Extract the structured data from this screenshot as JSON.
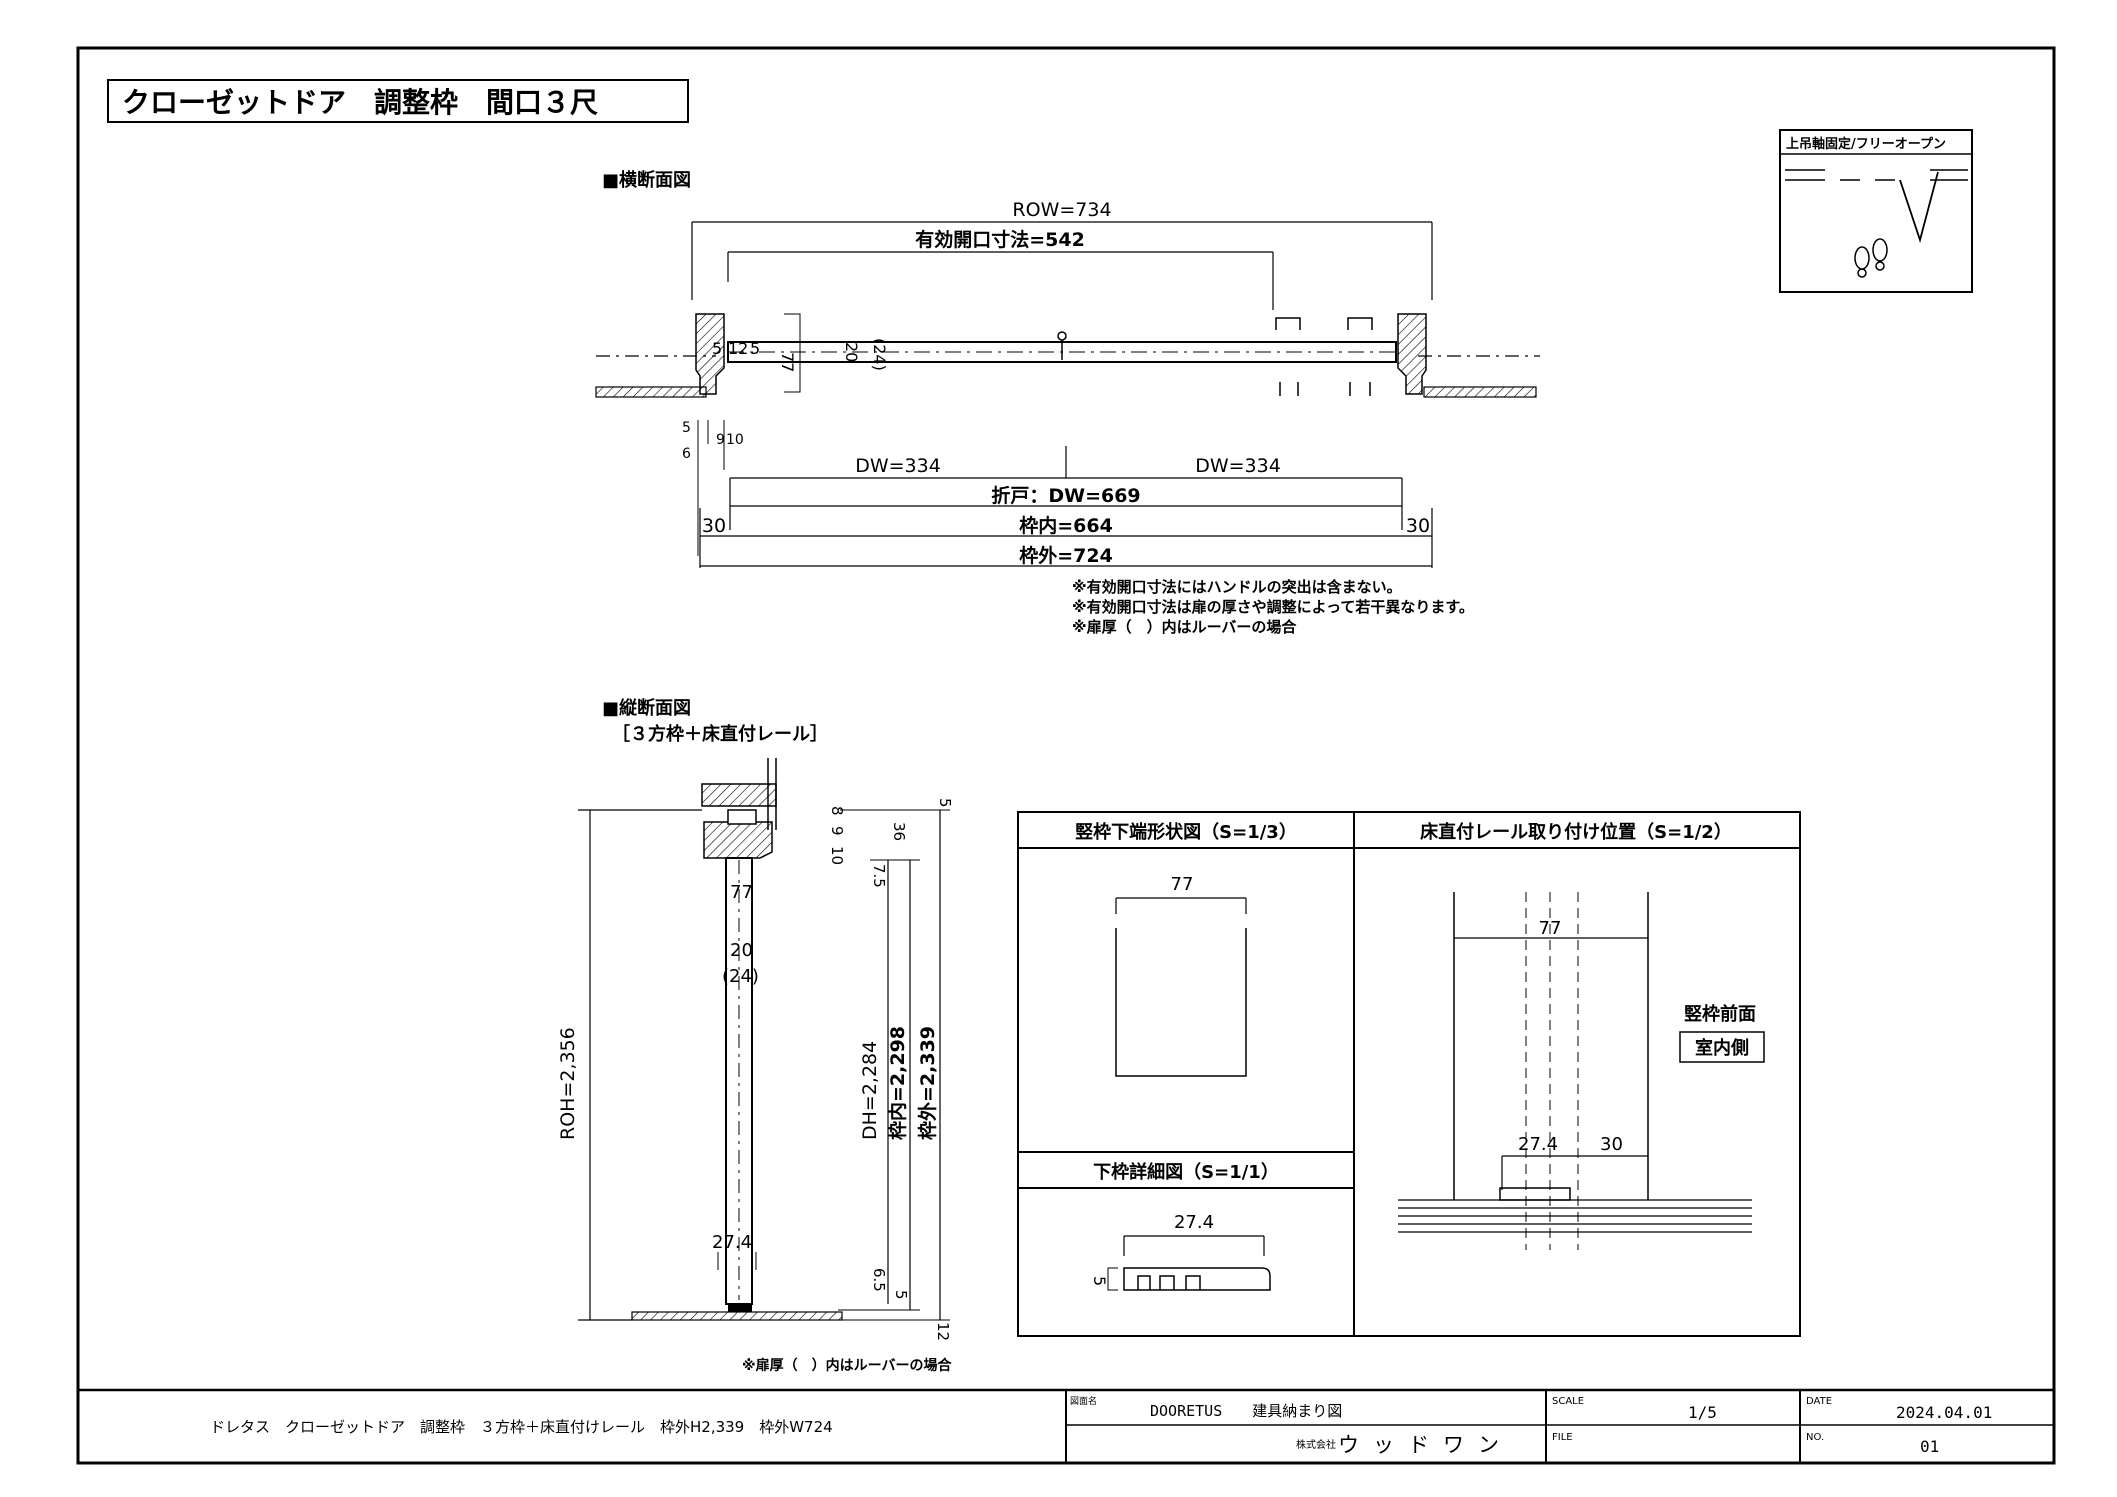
{
  "title": "クローゼットドア　調整枠　間口３尺",
  "legend_box": {
    "label": "上吊軸固定/フリーオープン"
  },
  "plan": {
    "heading": "■横断面図",
    "row": "ROW=734",
    "effective_opening": "有効開口寸法=542",
    "small_dims": [
      "5",
      "12",
      "5",
      "77",
      "20",
      "(24)"
    ],
    "left_ticks": [
      "5",
      "6",
      "9",
      "10"
    ],
    "dw_left": "DW=334",
    "dw_right": "DW=334",
    "folding": "折戸：DW=669",
    "inner": "枠内=664",
    "outer": "枠外=724",
    "side_left": "30",
    "side_right": "30",
    "notes": [
      "※有効開口寸法にはハンドルの突出は含まない。",
      "※有効開口寸法は扉の厚さや調整によって若干異なります。",
      "※扉厚（　）内はルーバーの場合"
    ]
  },
  "section": {
    "heading": "■縦断面図",
    "subheading": "［３方枠＋床直付レール］",
    "roh": "ROH=2,356",
    "dh": "DH=2,284",
    "inner": "枠内=2,298",
    "outer": "枠外=2,339",
    "top_dims": [
      "5",
      "8",
      "9",
      "10",
      "36",
      "7.5"
    ],
    "door_dims": [
      "77",
      "20",
      "(24)",
      "27.4"
    ],
    "bottom_dims": [
      "6.5",
      "5",
      "12"
    ],
    "note": "※扉厚（　）内はルーバーの場合"
  },
  "details": {
    "jamb_bottom_title": "竪枠下端形状図（S=1/3）",
    "jamb_bottom_dim": "77",
    "rail_pos_title": "床直付レール取り付け位置（S=1/2）",
    "rail_dims": [
      "77",
      "27.4",
      "30"
    ],
    "front_label": "竪枠前面",
    "indoor_label": "室内側",
    "sill_title": "下枠詳細図（S=1/1）",
    "sill_dims": [
      "27.4",
      "5"
    ]
  },
  "titleblock": {
    "description": "ドレタス　クローゼットドア　調整枠　３方枠＋床直付けレール　枠外H2,339　枠外W724",
    "drawing_name_label": "図面名",
    "drawing_name": "DOORETUS　　建具納まり図",
    "company_label": "株式会社",
    "company": "ウッドワン",
    "scale_label": "SCALE",
    "scale": "1/5",
    "date_label": "DATE",
    "date": "2024.04.01",
    "file_label": "FILE",
    "file": "",
    "no_label": "NO.",
    "no": "01"
  }
}
